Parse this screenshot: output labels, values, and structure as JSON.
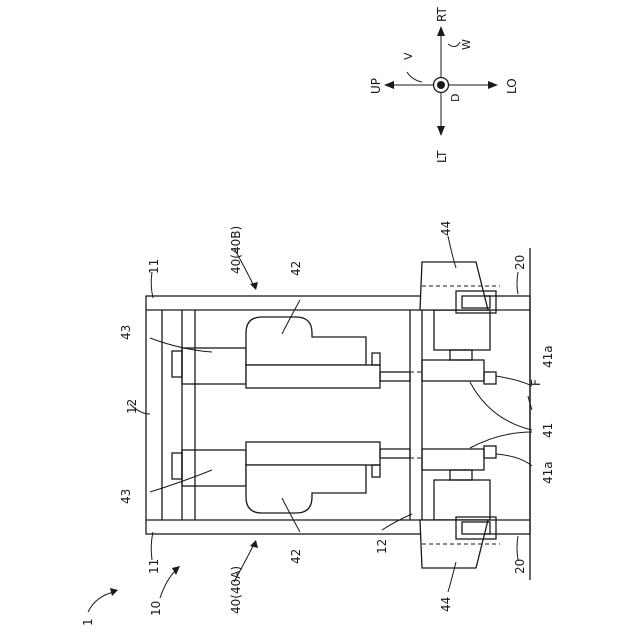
{
  "directions": {
    "rt": "RT",
    "lt": "LT",
    "up": "UP",
    "lo": "LO",
    "v": "V",
    "w": "W",
    "d": "D"
  },
  "labels": {
    "ref_1": "1",
    "ref_10": "10",
    "ref_11_top": "11",
    "ref_11_bottom": "11",
    "ref_12_top": "12",
    "ref_12_bottom": "12",
    "ref_20_top": "20",
    "ref_20_bottom": "20",
    "ref_40a": "40(40A)",
    "ref_40b": "40(40B)",
    "ref_41": "41",
    "ref_41a_top": "41a",
    "ref_41a_bottom": "41a",
    "ref_42_top": "42",
    "ref_42_bottom": "42",
    "ref_43_top": "43",
    "ref_43_bottom": "43",
    "ref_44_top": "44",
    "ref_44_bottom": "44",
    "ref_f": "F"
  }
}
